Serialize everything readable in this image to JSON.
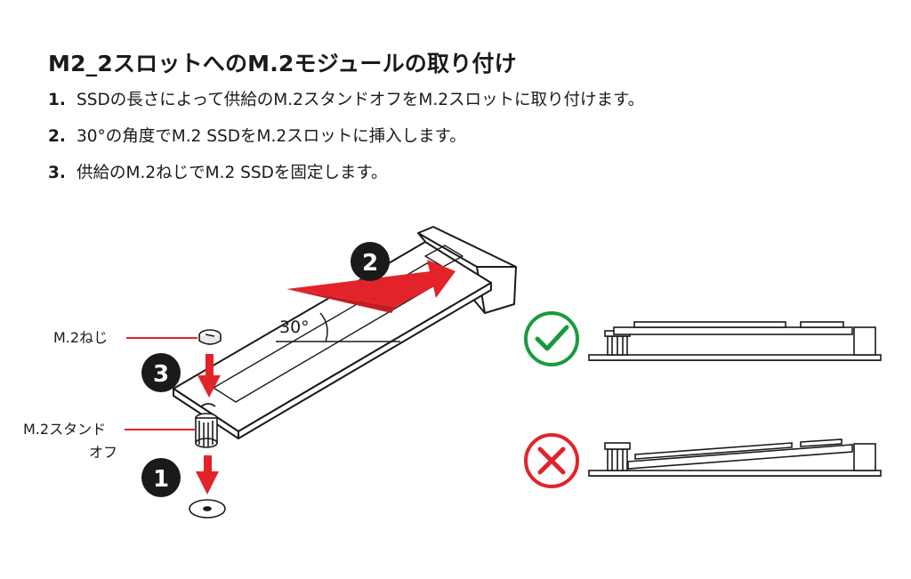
{
  "heading": "M2_2スロットへのM.2モジュールの取り付け",
  "steps": [
    {
      "number": "1.",
      "text": "SSDの長さによって供給のM.2スタンドオフをM.2スロットに取り付けます。"
    },
    {
      "number": "2.",
      "text": "30°の角度でM.2 SSDをM.2スロットに挿入します。"
    },
    {
      "number": "3.",
      "text": "供給のM.2ねじでM.2 SSDを固定します。"
    }
  ],
  "diagram": {
    "labels": {
      "screw": "M.2ねじ",
      "standoff_line1": "M.2スタンド",
      "standoff_line2": "オフ",
      "angle": "30°"
    },
    "badges": [
      "1",
      "2",
      "3"
    ],
    "status_icons": {
      "correct": "check-icon",
      "incorrect": "cross-icon"
    },
    "colors": {
      "arrow": "#e2232a",
      "correct": "#1a9a3e",
      "incorrect": "#e2232a",
      "badge": "#1a1a1a"
    }
  }
}
